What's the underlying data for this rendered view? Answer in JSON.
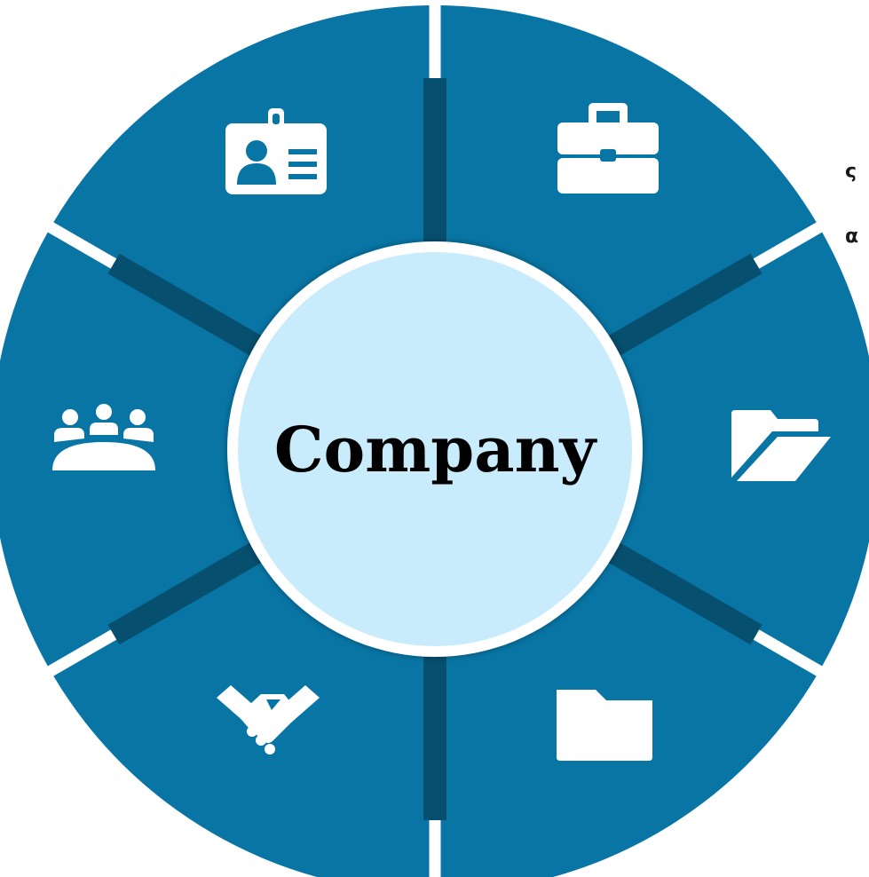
{
  "diagram": {
    "center_label": "Company",
    "colors": {
      "segment": "#0875a5",
      "segment_dark": "#064f6e",
      "center_fill": "#c8ecfb",
      "center_ring": "#ffffff",
      "icon": "#ffffff",
      "center_text": "#000000"
    },
    "segments": [
      {
        "icon": "id-card-icon"
      },
      {
        "icon": "briefcase-icon"
      },
      {
        "icon": "open-folder-icon"
      },
      {
        "icon": "folder-icon"
      },
      {
        "icon": "handshake-icon"
      },
      {
        "icon": "meeting-group-icon"
      }
    ]
  },
  "side_text": {
    "line_1": "ς",
    "line_2": "α"
  }
}
